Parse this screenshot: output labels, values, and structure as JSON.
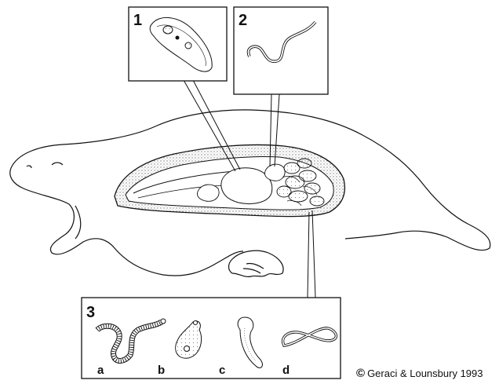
{
  "panels": [
    {
      "number": "1"
    },
    {
      "number": "2"
    },
    {
      "number": "3",
      "letters": [
        "a",
        "b",
        "c",
        "d"
      ]
    }
  ],
  "copyright": {
    "symbol": "©",
    "text": "Geraci & Lounsbury 1993"
  },
  "colors": {
    "ink": "#111111",
    "paper": "#ffffff",
    "stipple": "#9a9a9a"
  }
}
